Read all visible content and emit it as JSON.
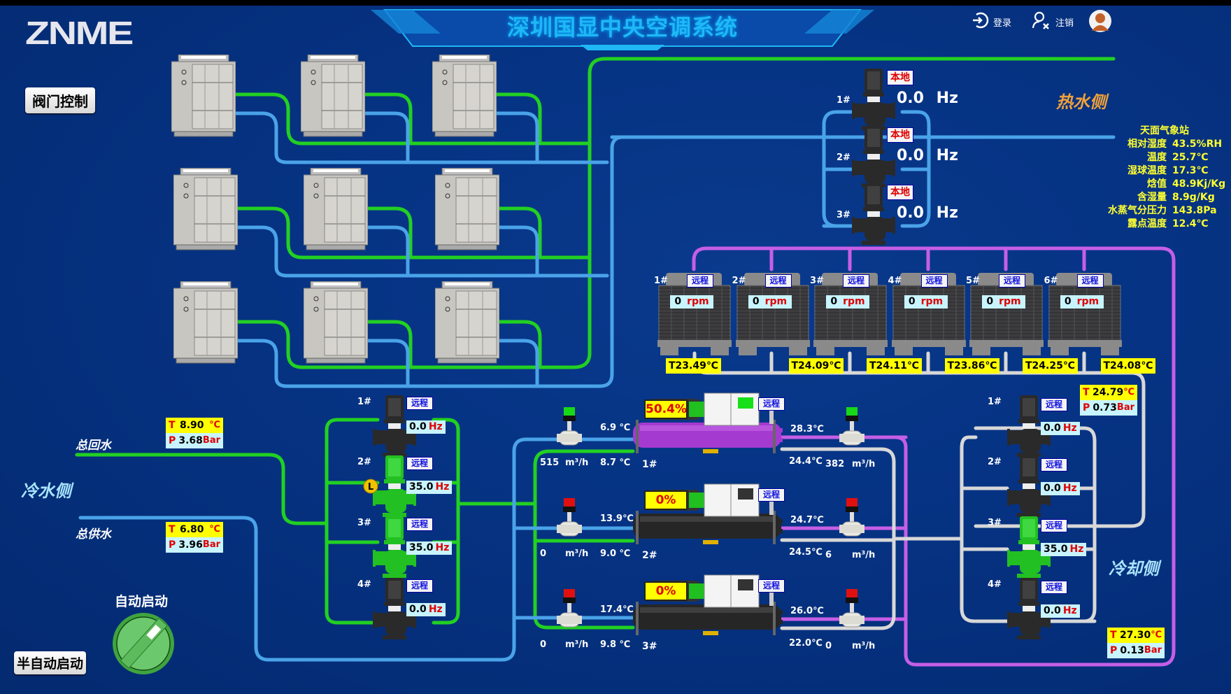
{
  "header": {
    "logo": "ZNME",
    "title": "深圳国显中央空调系统",
    "login_label": "登录",
    "logout_label": "注销",
    "valve_control_label": "阀门控制"
  },
  "sections": {
    "hot_side": "热水侧",
    "chilled_side": "冷水侧",
    "cooling_side": "冷却侧",
    "return_water": "总回水",
    "supply_water": "总供水"
  },
  "weather_station": {
    "title": "天面气象站",
    "rows": [
      {
        "label": "相对湿度",
        "value": "43.5%RH"
      },
      {
        "label": "温度",
        "value": "25.7℃"
      },
      {
        "label": "湿球温度",
        "value": "17.3℃"
      },
      {
        "label": "焓值",
        "value": "48.9Kj/Kg"
      },
      {
        "label": "含湿量",
        "value": "8.9g/Kg"
      },
      {
        "label": "水蒸气分压力",
        "value": "143.8Pa"
      },
      {
        "label": "露点温度",
        "value": "12.4℃"
      }
    ]
  },
  "hot_pumps": [
    {
      "id": "1#",
      "mode": "本地",
      "freq": "0.0",
      "unit": "Hz"
    },
    {
      "id": "2#",
      "mode": "本地",
      "freq": "0.0",
      "unit": "Hz"
    },
    {
      "id": "3#",
      "mode": "本地",
      "freq": "0.0",
      "unit": "Hz"
    }
  ],
  "cooling_towers": [
    {
      "id": "1#",
      "mode": "远程",
      "rpm": "0",
      "rpm_unit": "rpm",
      "temp": "T23.49℃"
    },
    {
      "id": "2#",
      "mode": "远程",
      "rpm": "0",
      "rpm_unit": "rpm",
      "temp": "T24.09℃"
    },
    {
      "id": "3#",
      "mode": "远程",
      "rpm": "0",
      "rpm_unit": "rpm",
      "temp": "T24.11℃"
    },
    {
      "id": "4#",
      "mode": "远程",
      "rpm": "0",
      "rpm_unit": "rpm",
      "temp": "T23.86℃"
    },
    {
      "id": "5#",
      "mode": "远程",
      "rpm": "0",
      "rpm_unit": "rpm",
      "temp": "T24.25℃"
    },
    {
      "id": "6#",
      "mode": "远程",
      "rpm": "0",
      "rpm_unit": "rpm",
      "temp": "T24.08℃"
    }
  ],
  "chilled_pumps": [
    {
      "id": "1#",
      "mode": "远程",
      "freq": "0.0",
      "unit": "Hz",
      "running": false
    },
    {
      "id": "2#",
      "mode": "远程",
      "freq": "35.0",
      "unit": "Hz",
      "running": true
    },
    {
      "id": "3#",
      "mode": "远程",
      "freq": "35.0",
      "unit": "Hz",
      "running": true
    },
    {
      "id": "4#",
      "mode": "远程",
      "freq": "0.0",
      "unit": "Hz",
      "running": false
    }
  ],
  "cooling_pumps": [
    {
      "id": "1#",
      "mode": "远程",
      "freq": "0.0",
      "unit": "Hz",
      "running": false
    },
    {
      "id": "2#",
      "mode": "远程",
      "freq": "0.0",
      "unit": "Hz",
      "running": false
    },
    {
      "id": "3#",
      "mode": "远程",
      "freq": "35.0",
      "unit": "Hz",
      "running": true
    },
    {
      "id": "4#",
      "mode": "远程",
      "freq": "0.0",
      "unit": "Hz",
      "running": false
    }
  ],
  "return_water": {
    "t_label": "T",
    "temp": "8.90",
    "t_unit": "℃",
    "p_label": "P",
    "pressure": "3.68",
    "p_unit": "Bar"
  },
  "supply_water": {
    "t_label": "T",
    "temp": "6.80",
    "t_unit": "℃",
    "p_label": "P",
    "pressure": "3.96",
    "p_unit": "Bar"
  },
  "cooling_supply": {
    "t_label": "T",
    "temp": "24.79",
    "t_unit": "℃",
    "p_label": "P",
    "pressure": "0.73",
    "p_unit": "Bar"
  },
  "cooling_return": {
    "t_label": "T",
    "temp": "27.30",
    "t_unit": "℃",
    "p_label": "P",
    "pressure": "0.13",
    "p_unit": "Bar"
  },
  "chillers": [
    {
      "id": "1#",
      "load": "50.4%",
      "mode": "远程",
      "evap_in": "6.9 ℃",
      "evap_out": "8.7 ℃",
      "evap_flow": "515",
      "cond_out": "28.3℃",
      "cond_in": "24.4℃",
      "cond_flow": "382",
      "flow_unit": "m³/h",
      "running": true,
      "evap_valve_open": true,
      "cond_valve_open": true
    },
    {
      "id": "2#",
      "load": "0%",
      "mode": "远程",
      "evap_in": "13.9℃",
      "evap_out": "9.0 ℃",
      "evap_flow": "0",
      "cond_out": "24.7℃",
      "cond_in": "24.5℃",
      "cond_flow": "6",
      "flow_unit": "m³/h",
      "running": false,
      "evap_valve_open": false,
      "cond_valve_open": false
    },
    {
      "id": "3#",
      "load": "0%",
      "mode": "远程",
      "evap_in": "17.4℃",
      "evap_out": "9.8 ℃",
      "evap_flow": "0",
      "cond_out": "26.0℃",
      "cond_in": "22.0℃",
      "cond_flow": "0",
      "flow_unit": "m³/h",
      "running": false,
      "evap_valve_open": false,
      "cond_valve_open": false
    }
  ],
  "control": {
    "auto_start_label": "自动启动",
    "semi_auto_label": "半自动启动",
    "timer_badge": "L"
  },
  "colors": {
    "green_pipe": "#22d022",
    "blue_pipe": "#4aa3e8",
    "purple_pipe": "#c65ee6",
    "white_pipe": "#d8d8d8",
    "bg": "#063384"
  }
}
